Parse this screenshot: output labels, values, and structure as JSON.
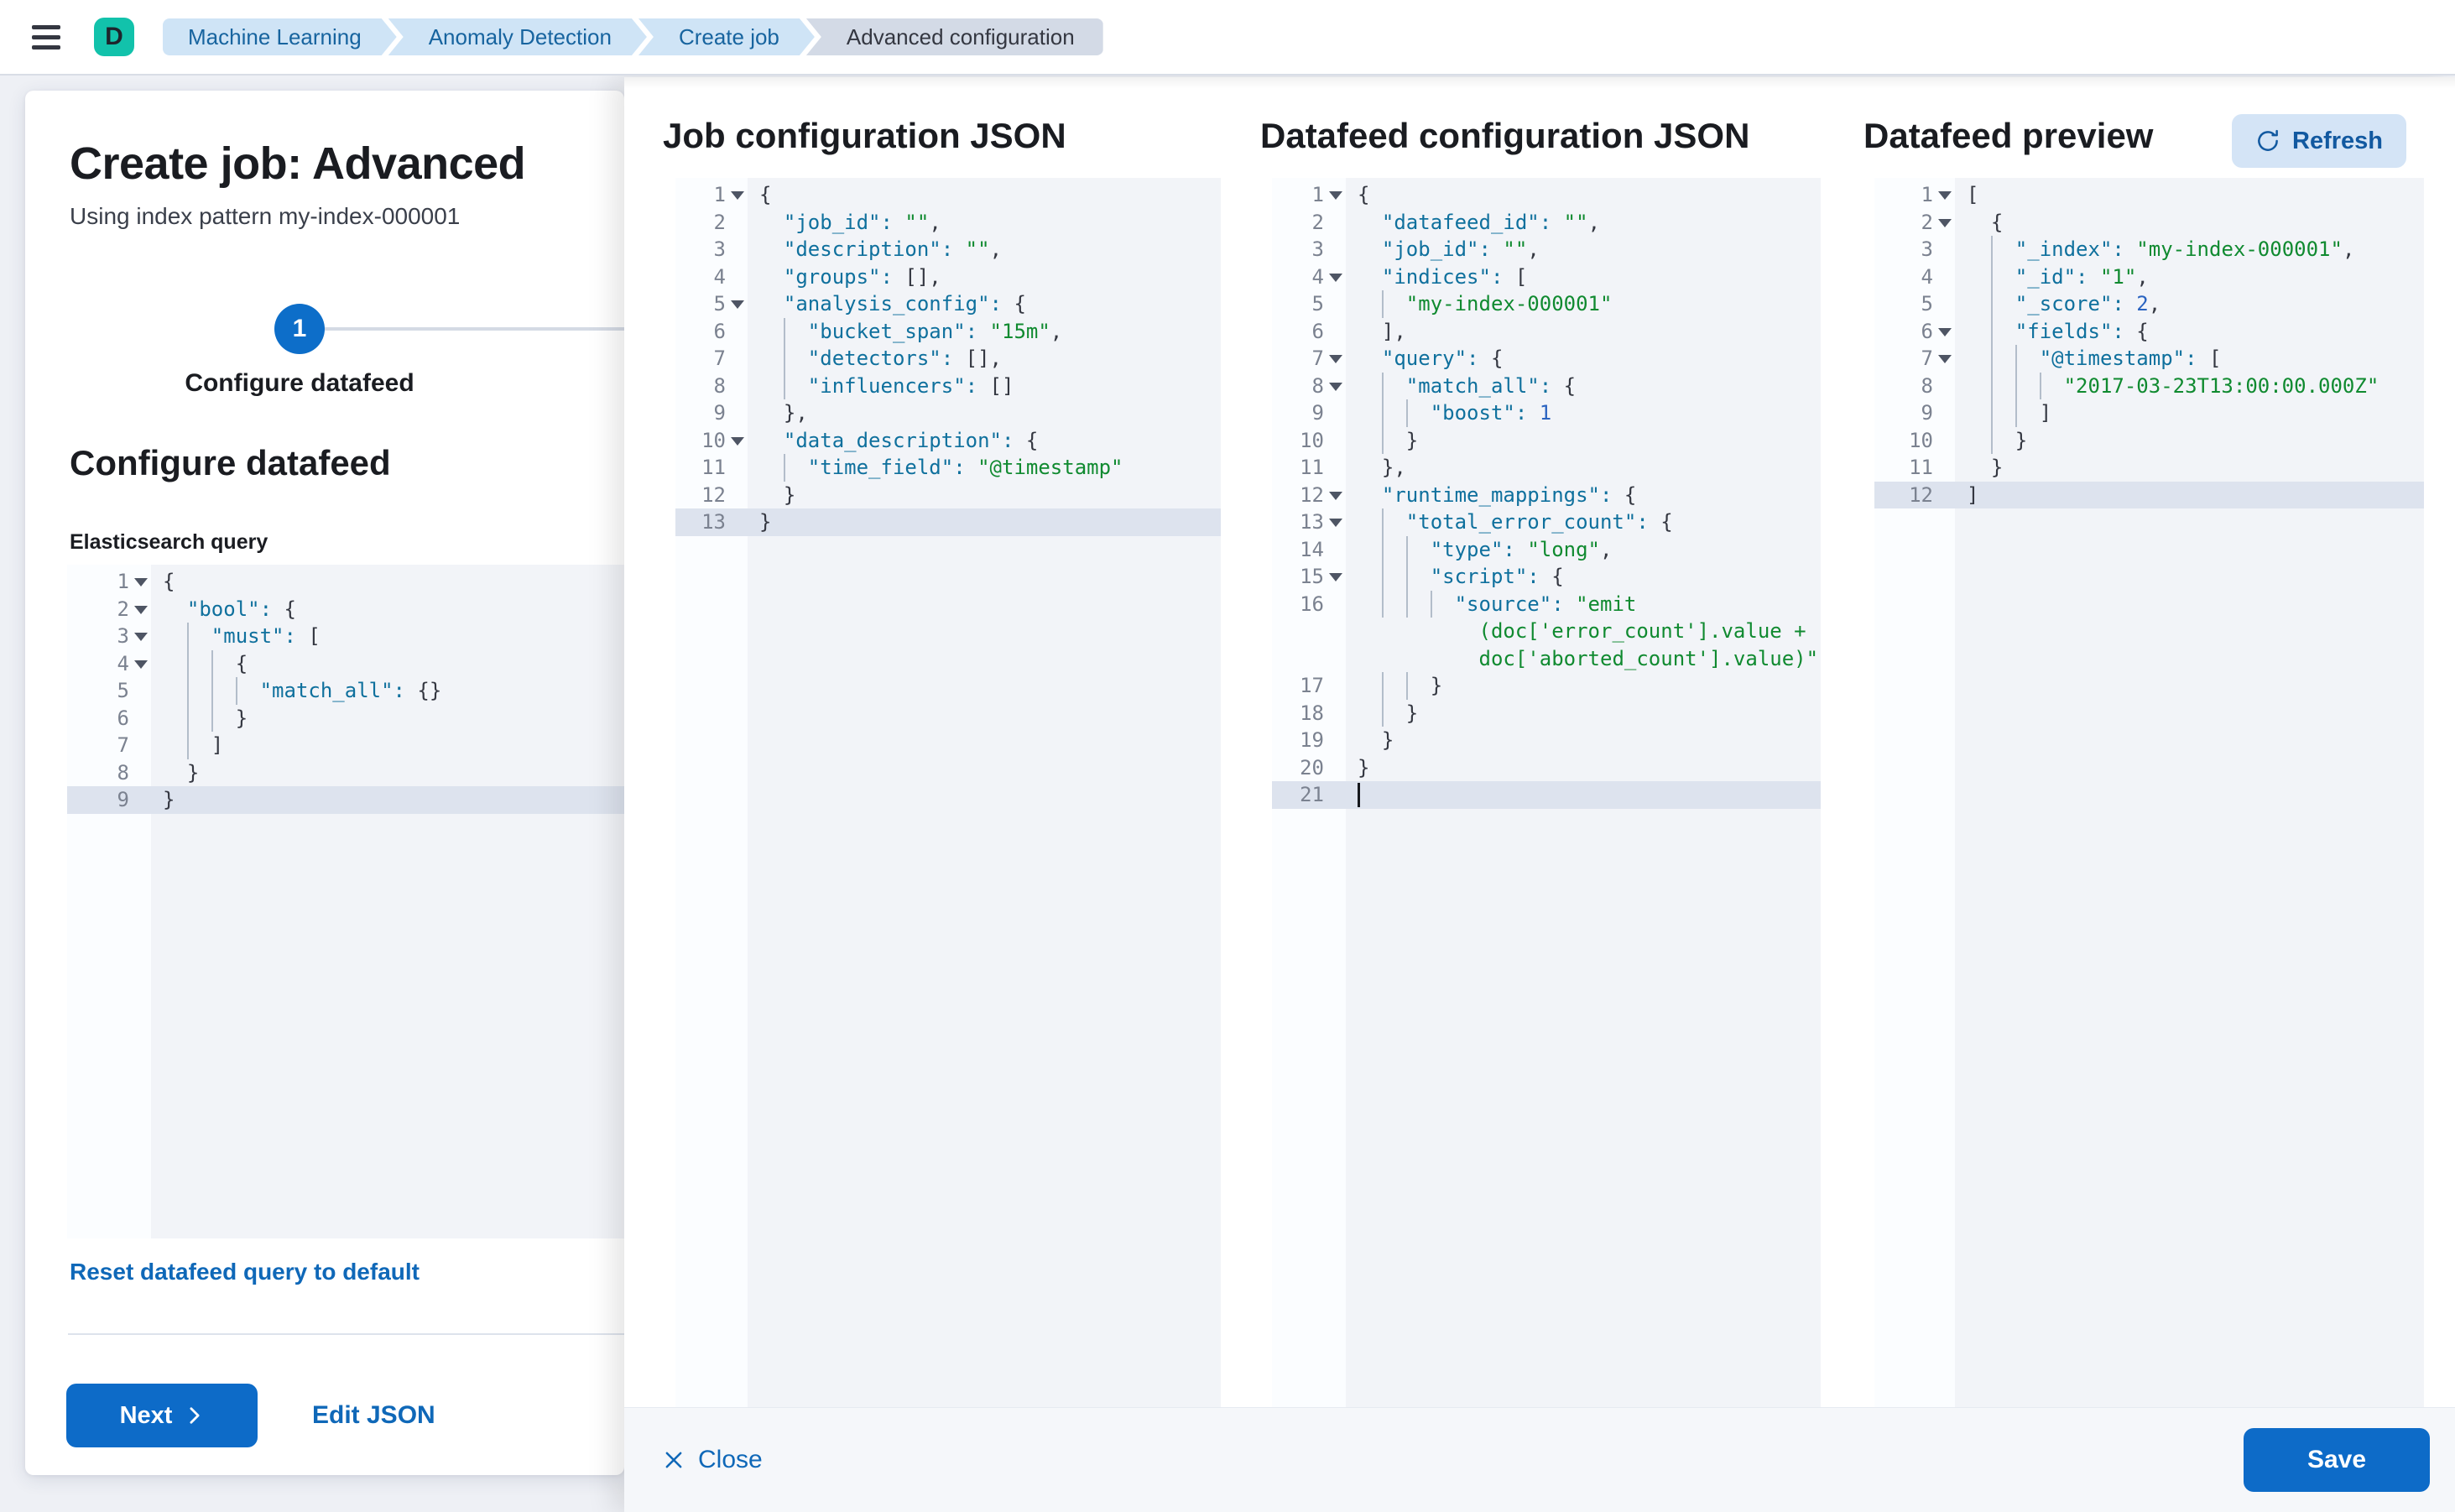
{
  "header": {
    "avatar_initial": "D",
    "breadcrumbs": [
      {
        "label": "Machine Learning"
      },
      {
        "label": "Anomaly Detection"
      },
      {
        "label": "Create job"
      },
      {
        "label": "Advanced configuration"
      }
    ]
  },
  "wizard": {
    "title": "Create job: Advanced",
    "subtitle": "Using index pattern my-index-000001",
    "step_number": "1",
    "step_label": "Configure datafeed",
    "section_title": "Configure datafeed",
    "query_label": "Elasticsearch query",
    "reset_link": "Reset datafeed query to default",
    "next_button": "Next",
    "edit_json_link": "Edit JSON"
  },
  "flyout": {
    "panels": [
      {
        "title": "Job configuration JSON"
      },
      {
        "title": "Datafeed configuration JSON"
      },
      {
        "title": "Datafeed preview",
        "refresh_button": "Refresh"
      }
    ],
    "close_button": "Close",
    "save_button": "Save"
  },
  "colors": {
    "primary_button": "#0d6bc8",
    "link": "#0f68b8",
    "breadcrumb_bg": "#cfe4f6",
    "breadcrumb_text": "#17649f",
    "breadcrumb_current_bg": "#d3dae6",
    "avatar_bg": "#12c2ab",
    "editor_bg": "#f2f4f8",
    "gutter_bg": "#fbfdff",
    "active_line": "#dde3ee",
    "token_key": "#0f709d",
    "token_string": "#108a30",
    "token_number": "#2a63c0",
    "token_punct": "#343741"
  },
  "editors": [
    {
      "name": "elasticsearch-query",
      "lines": [
        {
          "n": 1,
          "f": 1,
          "t": [
            [
              "p",
              "{"
            ]
          ]
        },
        {
          "n": 2,
          "f": 1,
          "i": 2,
          "t": [
            [
              "k",
              "\"bool\":"
            ],
            [
              "p",
              " {"
            ]
          ]
        },
        {
          "n": 3,
          "f": 1,
          "i": 4,
          "t": [
            [
              "k",
              "\"must\":"
            ],
            [
              "p",
              " ["
            ]
          ]
        },
        {
          "n": 4,
          "f": 1,
          "i": 6,
          "t": [
            [
              "p",
              "{"
            ]
          ]
        },
        {
          "n": 5,
          "i": 8,
          "t": [
            [
              "k",
              "\"match_all\":"
            ],
            [
              "p",
              " {}"
            ]
          ]
        },
        {
          "n": 6,
          "i": 6,
          "t": [
            [
              "p",
              "}"
            ]
          ]
        },
        {
          "n": 7,
          "i": 4,
          "t": [
            [
              "p",
              "]"
            ]
          ]
        },
        {
          "n": 8,
          "i": 2,
          "t": [
            [
              "p",
              "}"
            ]
          ]
        },
        {
          "n": 9,
          "h": 1,
          "t": [
            [
              "p",
              "}"
            ]
          ]
        }
      ]
    },
    {
      "name": "job-configuration",
      "lines": [
        {
          "n": 1,
          "f": 1,
          "t": [
            [
              "p",
              "{"
            ]
          ]
        },
        {
          "n": 2,
          "i": 2,
          "t": [
            [
              "k",
              "\"job_id\":"
            ],
            [
              "p",
              " "
            ],
            [
              "s",
              "\"\""
            ],
            [
              "p",
              ","
            ]
          ]
        },
        {
          "n": 3,
          "i": 2,
          "t": [
            [
              "k",
              "\"description\":"
            ],
            [
              "p",
              " "
            ],
            [
              "s",
              "\"\""
            ],
            [
              "p",
              ","
            ]
          ]
        },
        {
          "n": 4,
          "i": 2,
          "t": [
            [
              "k",
              "\"groups\":"
            ],
            [
              "p",
              " [],"
            ]
          ]
        },
        {
          "n": 5,
          "f": 1,
          "i": 2,
          "t": [
            [
              "k",
              "\"analysis_config\":"
            ],
            [
              "p",
              " {"
            ]
          ]
        },
        {
          "n": 6,
          "i": 4,
          "t": [
            [
              "k",
              "\"bucket_span\":"
            ],
            [
              "p",
              " "
            ],
            [
              "s",
              "\"15m\""
            ],
            [
              "p",
              ","
            ]
          ]
        },
        {
          "n": 7,
          "i": 4,
          "t": [
            [
              "k",
              "\"detectors\":"
            ],
            [
              "p",
              " [],"
            ]
          ]
        },
        {
          "n": 8,
          "i": 4,
          "t": [
            [
              "k",
              "\"influencers\":"
            ],
            [
              "p",
              " []"
            ]
          ]
        },
        {
          "n": 9,
          "i": 2,
          "t": [
            [
              "p",
              "},"
            ]
          ]
        },
        {
          "n": 10,
          "f": 1,
          "i": 2,
          "t": [
            [
              "k",
              "\"data_description\":"
            ],
            [
              "p",
              " {"
            ]
          ]
        },
        {
          "n": 11,
          "i": 4,
          "t": [
            [
              "k",
              "\"time_field\":"
            ],
            [
              "p",
              " "
            ],
            [
              "s",
              "\"@timestamp\""
            ]
          ]
        },
        {
          "n": 12,
          "i": 2,
          "t": [
            [
              "p",
              "}"
            ]
          ]
        },
        {
          "n": 13,
          "h": 1,
          "t": [
            [
              "p",
              "}"
            ]
          ]
        }
      ]
    },
    {
      "name": "datafeed-configuration",
      "lines": [
        {
          "n": 1,
          "f": 1,
          "t": [
            [
              "p",
              "{"
            ]
          ]
        },
        {
          "n": 2,
          "i": 2,
          "t": [
            [
              "k",
              "\"datafeed_id\":"
            ],
            [
              "p",
              " "
            ],
            [
              "s",
              "\"\""
            ],
            [
              "p",
              ","
            ]
          ]
        },
        {
          "n": 3,
          "i": 2,
          "t": [
            [
              "k",
              "\"job_id\":"
            ],
            [
              "p",
              " "
            ],
            [
              "s",
              "\"\""
            ],
            [
              "p",
              ","
            ]
          ]
        },
        {
          "n": 4,
          "f": 1,
          "i": 2,
          "t": [
            [
              "k",
              "\"indices\":"
            ],
            [
              "p",
              " ["
            ]
          ]
        },
        {
          "n": 5,
          "i": 4,
          "t": [
            [
              "s",
              "\"my-index-000001\""
            ]
          ]
        },
        {
          "n": 6,
          "i": 2,
          "t": [
            [
              "p",
              "],"
            ]
          ]
        },
        {
          "n": 7,
          "f": 1,
          "i": 2,
          "t": [
            [
              "k",
              "\"query\":"
            ],
            [
              "p",
              " {"
            ]
          ]
        },
        {
          "n": 8,
          "f": 1,
          "i": 4,
          "t": [
            [
              "k",
              "\"match_all\":"
            ],
            [
              "p",
              " {"
            ]
          ]
        },
        {
          "n": 9,
          "i": 6,
          "t": [
            [
              "k",
              "\"boost\":"
            ],
            [
              "p",
              " "
            ],
            [
              "n",
              "1"
            ]
          ]
        },
        {
          "n": 10,
          "i": 4,
          "t": [
            [
              "p",
              "}"
            ]
          ]
        },
        {
          "n": 11,
          "i": 2,
          "t": [
            [
              "p",
              "},"
            ]
          ]
        },
        {
          "n": 12,
          "f": 1,
          "i": 2,
          "t": [
            [
              "k",
              "\"runtime_mappings\":"
            ],
            [
              "p",
              " {"
            ]
          ]
        },
        {
          "n": 13,
          "f": 1,
          "i": 4,
          "t": [
            [
              "k",
              "\"total_error_count\":"
            ],
            [
              "p",
              " {"
            ]
          ]
        },
        {
          "n": 14,
          "i": 6,
          "t": [
            [
              "k",
              "\"type\":"
            ],
            [
              "p",
              " "
            ],
            [
              "s",
              "\"long\""
            ],
            [
              "p",
              ","
            ]
          ]
        },
        {
          "n": 15,
          "f": 1,
          "i": 6,
          "t": [
            [
              "k",
              "\"script\":"
            ],
            [
              "p",
              " {"
            ]
          ]
        },
        {
          "n": 16,
          "i": 8,
          "t": [
            [
              "k",
              "\"source\":"
            ],
            [
              "p",
              " "
            ],
            [
              "s",
              "\"emit"
            ]
          ]
        },
        {
          "n": null,
          "g": 0,
          "i": 10,
          "t": [
            [
              "s",
              "(doc['error_count'].value +"
            ]
          ]
        },
        {
          "n": null,
          "g": 0,
          "i": 10,
          "t": [
            [
              "s",
              "doc['aborted_count'].value)\""
            ]
          ]
        },
        {
          "n": 17,
          "i": 6,
          "t": [
            [
              "p",
              "}"
            ]
          ]
        },
        {
          "n": 18,
          "i": 4,
          "t": [
            [
              "p",
              "}"
            ]
          ]
        },
        {
          "n": 19,
          "i": 2,
          "t": [
            [
              "p",
              "}"
            ]
          ]
        },
        {
          "n": 20,
          "t": [
            [
              "p",
              "}"
            ]
          ]
        },
        {
          "n": 21,
          "h": 1,
          "c": 1,
          "t": []
        }
      ]
    },
    {
      "name": "datafeed-preview",
      "lines": [
        {
          "n": 1,
          "f": 1,
          "t": [
            [
              "p",
              "["
            ]
          ]
        },
        {
          "n": 2,
          "f": 1,
          "i": 2,
          "t": [
            [
              "p",
              "{"
            ]
          ]
        },
        {
          "n": 3,
          "i": 4,
          "t": [
            [
              "k",
              "\"_index\":"
            ],
            [
              "p",
              " "
            ],
            [
              "s",
              "\"my-index-000001\""
            ],
            [
              "p",
              ","
            ]
          ]
        },
        {
          "n": 4,
          "i": 4,
          "t": [
            [
              "k",
              "\"_id\":"
            ],
            [
              "p",
              " "
            ],
            [
              "s",
              "\"1\""
            ],
            [
              "p",
              ","
            ]
          ]
        },
        {
          "n": 5,
          "i": 4,
          "t": [
            [
              "k",
              "\"_score\":"
            ],
            [
              "p",
              " "
            ],
            [
              "n",
              "2"
            ],
            [
              "p",
              ","
            ]
          ]
        },
        {
          "n": 6,
          "f": 1,
          "i": 4,
          "t": [
            [
              "k",
              "\"fields\":"
            ],
            [
              "p",
              " {"
            ]
          ]
        },
        {
          "n": 7,
          "f": 1,
          "i": 6,
          "t": [
            [
              "k",
              "\"@timestamp\":"
            ],
            [
              "p",
              " ["
            ]
          ]
        },
        {
          "n": 8,
          "i": 8,
          "t": [
            [
              "s",
              "\"2017-03-23T13:00:00.000Z\""
            ]
          ]
        },
        {
          "n": 9,
          "i": 6,
          "t": [
            [
              "p",
              "]"
            ]
          ]
        },
        {
          "n": 10,
          "i": 4,
          "t": [
            [
              "p",
              "}"
            ]
          ]
        },
        {
          "n": 11,
          "i": 2,
          "t": [
            [
              "p",
              "}"
            ]
          ]
        },
        {
          "n": 12,
          "h": 1,
          "t": [
            [
              "p",
              "]"
            ]
          ]
        }
      ]
    }
  ]
}
